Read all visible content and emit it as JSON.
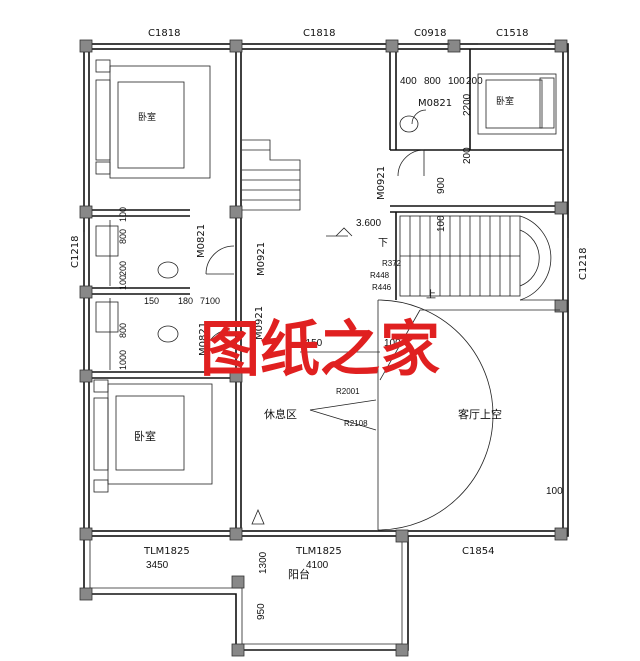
{
  "windows": {
    "w_top_left": "C1818",
    "w_top_mid": "C1818",
    "w_top_c0918": "C0918",
    "w_top_c1518": "C1518",
    "w_left_c1218": "C1218",
    "w_right_c1218": "C1218",
    "w_bottom_c1854": "C1854"
  },
  "doors": {
    "m0821_bath_top": "M0821",
    "m0921_upper": "M0921",
    "m0821_left": "M0821",
    "m0921_mid": "M0921",
    "m0921_lower": "M0921",
    "m0821_lower": "M0821",
    "tlm_left": "TLM1825",
    "tlm_right": "TLM1825"
  },
  "rooms": {
    "bedroom_tl": "卧室",
    "bedroom_tr": "卧室",
    "bedroom_bl": "卧室",
    "lounge": "休息区",
    "living_void": "客厅上空",
    "balcony": "阳台"
  },
  "dimensions": {
    "d400": "400",
    "d800": "800",
    "d100": "100",
    "d200": "200",
    "d2200": "2200",
    "d200b": "200",
    "d900": "900",
    "d100b": "100",
    "level": "3.600",
    "down": "下",
    "up": "上",
    "r372": "R372",
    "r448": "R448",
    "r446": "R446",
    "d3150": "3150",
    "d100c": "100",
    "r2001": "R2001",
    "r2108": "R2108",
    "d100d": "100",
    "d3450": "3450",
    "d4100": "4100",
    "d1300": "1300",
    "d950": "950",
    "l800": "800",
    "l100": "100",
    "l150": "150",
    "l180": "180",
    "l7100": "7100",
    "l1000": "1000",
    "l800b": "800",
    "l100b": "100",
    "l200": "200"
  },
  "watermark": "图纸之家"
}
